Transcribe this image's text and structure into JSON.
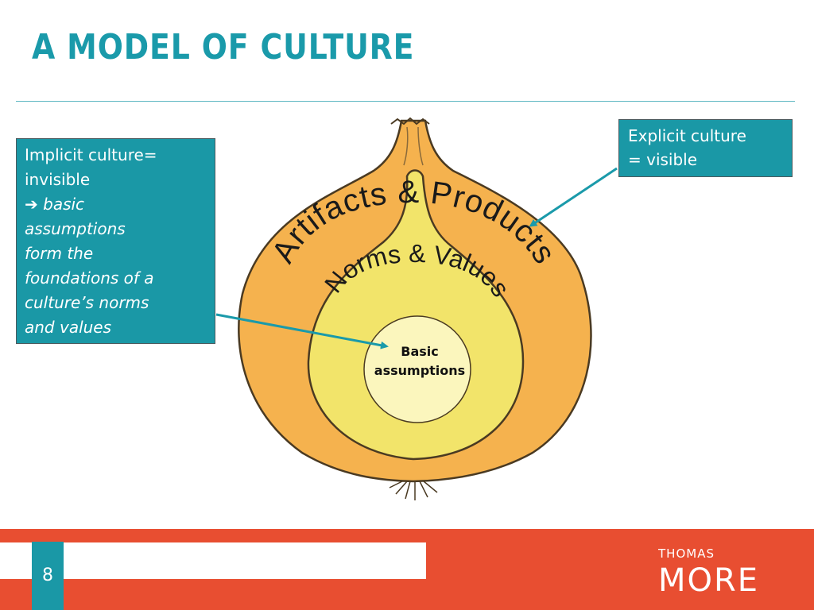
{
  "title": "A MODEL OF CULTURE",
  "callouts": {
    "implicit": {
      "line1": "Implicit culture=",
      "line2": "invisible",
      "arrow_glyph": "➔",
      "italic_lines": [
        "basic",
        "assumptions",
        "form the",
        "foundations of a",
        "culture’s norms",
        "and values"
      ]
    },
    "explicit": {
      "line1": "Explicit culture",
      "line2": "= visible"
    }
  },
  "onion": {
    "outer_label": "Artifacts & Products",
    "middle_label": "Norms & Values",
    "core_label_line1": "Basic",
    "core_label_line2": "assumptions"
  },
  "footer": {
    "page_number": "8",
    "logo_top": "THOMAS",
    "logo_bottom": "MORE"
  },
  "colors": {
    "accent": "#1a9aaa",
    "footer": "#e84e31",
    "outer_layer": "#f5b24e",
    "middle_layer": "#f2e46a",
    "core": "#fbf6bd"
  }
}
